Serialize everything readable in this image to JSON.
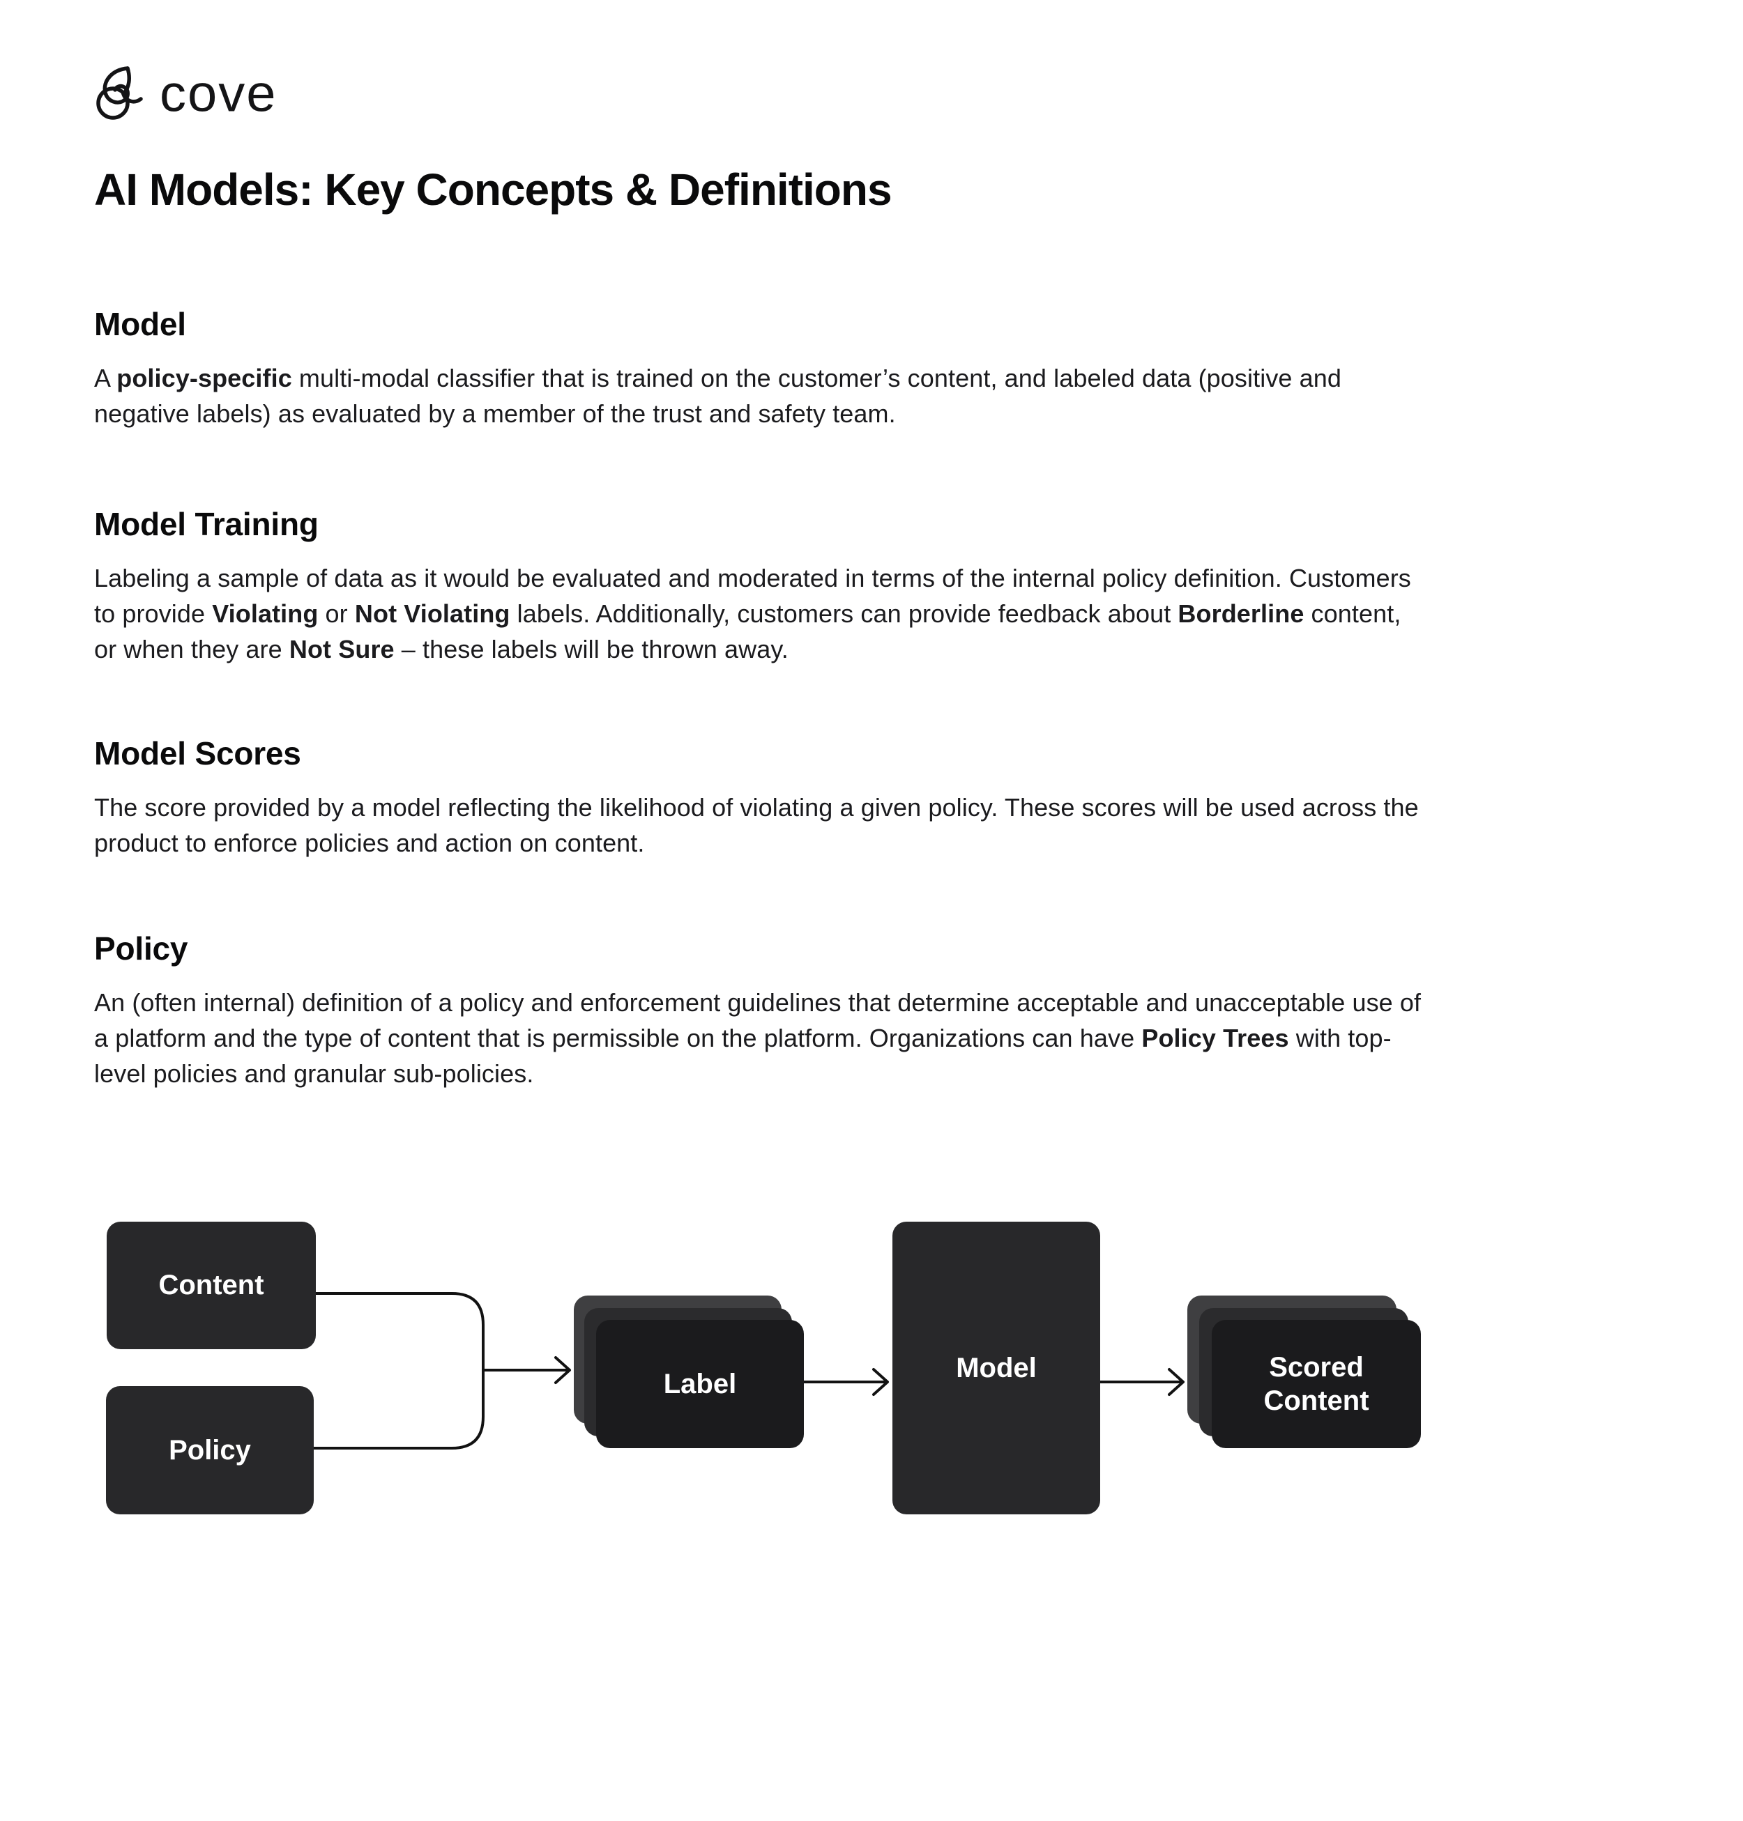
{
  "logo": {
    "icon": "cove-mark-icon",
    "text": "cove"
  },
  "page": {
    "title": "AI Models: Key Concepts & Definitions"
  },
  "sections": [
    {
      "heading": "Model",
      "paragraph": [
        {
          "t": "A "
        },
        {
          "t": "policy-specific",
          "b": true
        },
        {
          "t": " multi-modal classifier that is trained on the customer’s content, and labeled data (positive and negative labels) as evaluated by a member of the trust and safety team."
        }
      ]
    },
    {
      "heading": "Model Training",
      "paragraph": [
        {
          "t": "Labeling a sample of data as it would be evaluated and moderated in terms of the internal policy definition. Customers to provide "
        },
        {
          "t": "Violating",
          "b": true
        },
        {
          "t": " or "
        },
        {
          "t": "Not Violating",
          "b": true
        },
        {
          "t": " labels. Additionally, customers can provide feedback about "
        },
        {
          "t": "Borderline",
          "b": true
        },
        {
          "t": " content, or when they are "
        },
        {
          "t": "Not Sure",
          "b": true
        },
        {
          "t": " – these labels will be thrown away."
        }
      ]
    },
    {
      "heading": "Model Scores",
      "paragraph": [
        {
          "t": "The score provided by a model reflecting the likelihood of violating a given policy. These scores will be used across the product to enforce policies and action on content."
        }
      ]
    },
    {
      "heading": "Policy",
      "paragraph": [
        {
          "t": "An (often internal) definition of a policy and enforcement guidelines that determine acceptable and unacceptable use of a platform and the type of content that is permissible on the platform. Organizations can have "
        },
        {
          "t": "Policy Trees",
          "b": true
        },
        {
          "t": " with top-level policies and granular sub-policies."
        }
      ]
    }
  ],
  "diagram": {
    "nodes": [
      {
        "id": "content",
        "label": "Content",
        "type": "box"
      },
      {
        "id": "policy",
        "label": "Policy",
        "type": "box"
      },
      {
        "id": "label",
        "label": "Label",
        "type": "stack"
      },
      {
        "id": "model",
        "label": "Model",
        "type": "box"
      },
      {
        "id": "scored",
        "label": "Scored Content",
        "type": "stack"
      }
    ],
    "flow": "Content + Policy -> Label -> Model -> Scored Content"
  },
  "colors": {
    "page_bg": "#ffffff",
    "heading": "#0a0a0b",
    "text": "#1b1b1e",
    "box": "#28282a",
    "stack_back": "#3f3f41",
    "stack_mid": "#2b2b2d",
    "stack_front": "#1b1b1d",
    "node_text": "#ffffff",
    "line": "#121212"
  }
}
